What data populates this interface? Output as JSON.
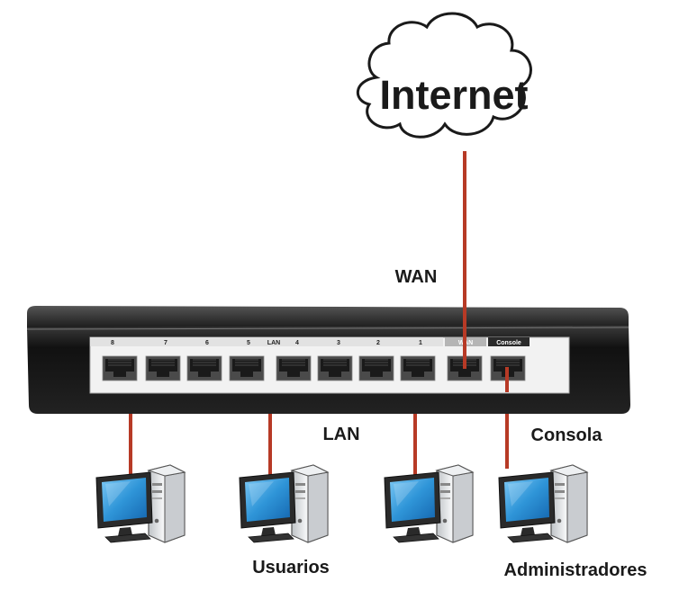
{
  "cloud": {
    "label": "Internet"
  },
  "labels": {
    "wan": "WAN",
    "lan": "LAN",
    "consola": "Consola",
    "usuarios": "Usuarios",
    "administradores": "Administradores"
  },
  "device": {
    "port_numbers": [
      "8",
      "7",
      "6",
      "5",
      "4",
      "3",
      "2",
      "1"
    ],
    "lan_tag": "LAN",
    "wan_tag": "WAN",
    "console_tag": "Console"
  },
  "colors": {
    "cable": "#b73a26",
    "device_body": "#1c1c1c",
    "panel": "#f2f2f2",
    "monitor_screen": "#2f95d8",
    "tower": "#e6e8ea"
  },
  "icons": [
    "cloud-icon",
    "router-icon",
    "computer-icon"
  ]
}
